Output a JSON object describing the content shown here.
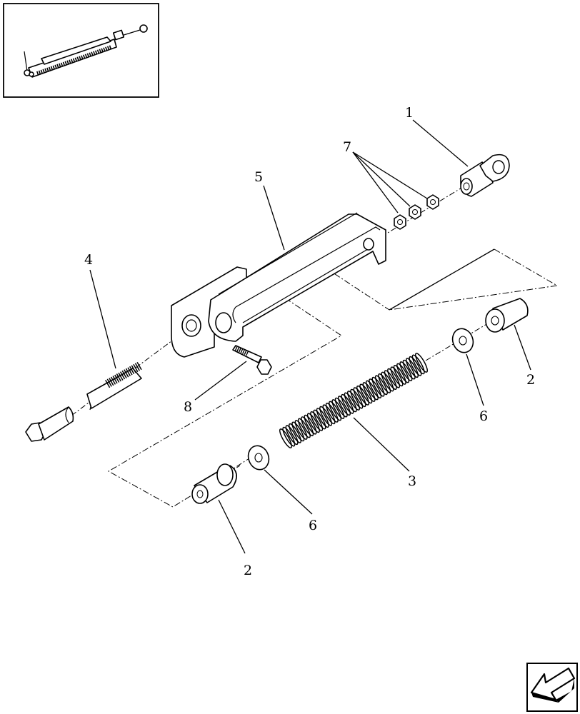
{
  "callouts": [
    {
      "id": "c1",
      "label": "1"
    },
    {
      "id": "c2a",
      "label": "2"
    },
    {
      "id": "c2b",
      "label": "2"
    },
    {
      "id": "c3",
      "label": "3"
    },
    {
      "id": "c4",
      "label": "4"
    },
    {
      "id": "c5",
      "label": "5"
    },
    {
      "id": "c6a",
      "label": "6"
    },
    {
      "id": "c6b",
      "label": "6"
    },
    {
      "id": "c7",
      "label": "7"
    },
    {
      "id": "c8",
      "label": "8"
    }
  ],
  "icons": {
    "thumbnail": "assembly-thumbnail-icon",
    "navigation": "previous-page-arrow-icon"
  }
}
